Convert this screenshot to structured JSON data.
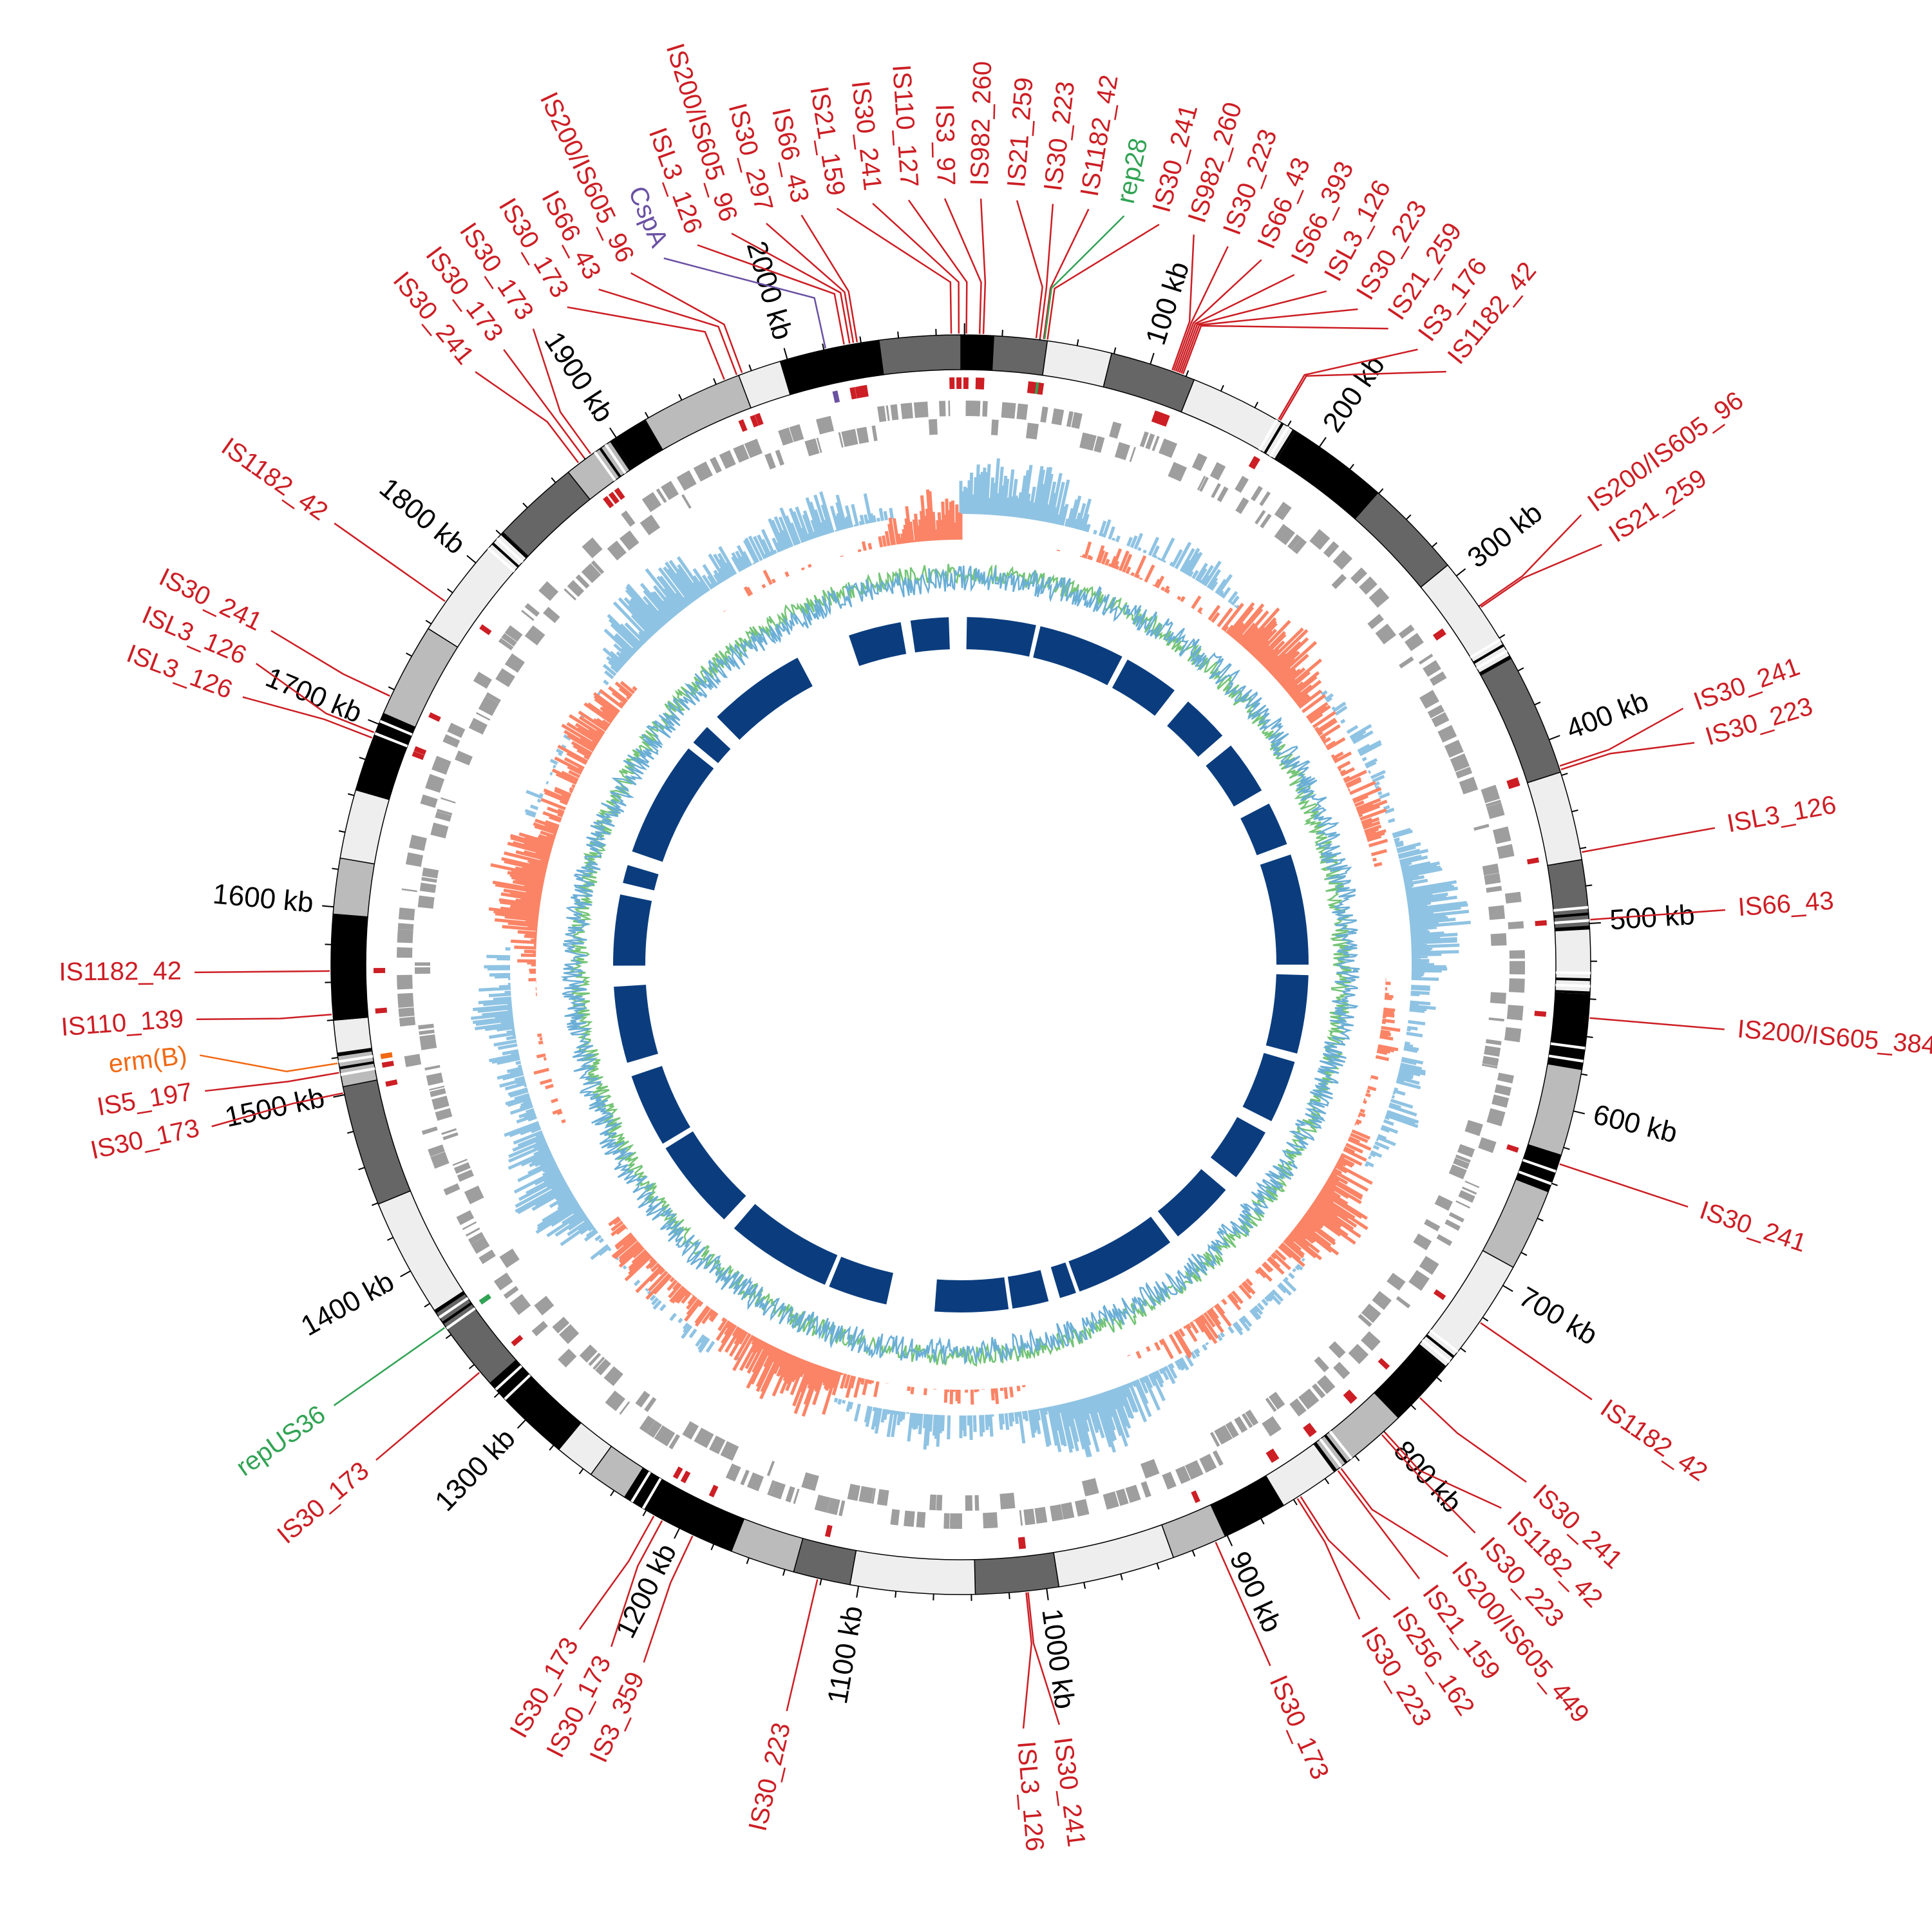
{
  "chart_data": {
    "type": "circular-genome-map",
    "axis": {
      "unit": "kb",
      "tick_labels": [
        "100 kb",
        "200 kb",
        "300 kb",
        "400 kb",
        "500 kb",
        "600 kb",
        "700 kb",
        "800 kb",
        "900 kb",
        "1000 kb",
        "1100 kb",
        "1200 kb",
        "1300 kb",
        "1400 kb",
        "1500 kb",
        "1600 kb",
        "1700 kb",
        "1800 kb",
        "1900 kb",
        "2000 kb"
      ],
      "tick_values": [
        100,
        200,
        300,
        400,
        500,
        600,
        700,
        800,
        900,
        1000,
        1100,
        1200,
        1300,
        1400,
        1500,
        1600,
        1700,
        1800,
        1900,
        2000
      ],
      "genome_length_kb": 2095
    },
    "colors": {
      "is_element": "#cc1e24",
      "plasmid_rep": "#31a354",
      "cold_shock": "#6a51a3",
      "resistance": "#f16913",
      "gc_positive": "#8fc3e3",
      "gc_negative": "#fb8466",
      "skew_line_a": "#6aaed6",
      "skew_line_b": "#74c476",
      "blocks": "#0b3d7e"
    },
    "features": [
      {
        "label": "IS110_127",
        "kb": 1,
        "type": "is_element"
      },
      {
        "label": "IS3_97",
        "kb": 8,
        "type": "is_element"
      },
      {
        "label": "IS982_260",
        "kb": 10,
        "type": "is_element"
      },
      {
        "label": "IS21_259",
        "kb": 38,
        "type": "is_element"
      },
      {
        "label": "IS30_223",
        "kb": 40,
        "type": "is_element"
      },
      {
        "label": "IS1182_42",
        "kb": 42,
        "type": "is_element"
      },
      {
        "label": "rep28",
        "kb": 42.5,
        "type": "plasmid_rep"
      },
      {
        "label": "IS30_241",
        "kb": 44,
        "type": "is_element"
      },
      {
        "label": "IS982_260",
        "kb": 112,
        "type": "is_element"
      },
      {
        "label": "IS30_223",
        "kb": 113,
        "type": "is_element"
      },
      {
        "label": "IS66_43",
        "kb": 114,
        "type": "is_element"
      },
      {
        "label": "IS66_393",
        "kb": 115,
        "type": "is_element"
      },
      {
        "label": "ISL3_126",
        "kb": 116,
        "type": "is_element"
      },
      {
        "label": "IS30_223",
        "kb": 117,
        "type": "is_element"
      },
      {
        "label": "IS21_259",
        "kb": 118,
        "type": "is_element"
      },
      {
        "label": "IS3_176",
        "kb": 174,
        "type": "is_element"
      },
      {
        "label": "IS1182_42",
        "kb": 175,
        "type": "is_element"
      },
      {
        "label": "IS200/IS605_96",
        "kb": 320,
        "type": "is_element"
      },
      {
        "label": "IS21_259",
        "kb": 321,
        "type": "is_element"
      },
      {
        "label": "IS30_241",
        "kb": 415,
        "type": "is_element"
      },
      {
        "label": "IS30_223",
        "kb": 417,
        "type": "is_element"
      },
      {
        "label": "ISL3_126",
        "kb": 462,
        "type": "is_element"
      },
      {
        "label": "IS66_43",
        "kb": 498,
        "type": "is_element"
      },
      {
        "label": "IS200/IS605_384",
        "kb": 550,
        "type": "is_element"
      },
      {
        "label": "IS30_241",
        "kb": 629,
        "type": "is_element"
      },
      {
        "label": "IS1182_42",
        "kb": 723,
        "type": "is_element"
      },
      {
        "label": "IS30_241",
        "kb": 774,
        "type": "is_element"
      },
      {
        "label": "IS1182_42",
        "kb": 800,
        "type": "is_element"
      },
      {
        "label": "IS30_223",
        "kb": 802,
        "type": "is_element"
      },
      {
        "label": "IS200/IS605_449",
        "kb": 830,
        "type": "is_element"
      },
      {
        "label": "IS21_159",
        "kb": 832,
        "type": "is_element"
      },
      {
        "label": "IS256_162",
        "kb": 856,
        "type": "is_element"
      },
      {
        "label": "IS30_223",
        "kb": 858,
        "type": "is_element"
      },
      {
        "label": "IS30_173",
        "kb": 907,
        "type": "is_element"
      },
      {
        "label": "IS30_241",
        "kb": 1010,
        "type": "is_element"
      },
      {
        "label": "ISL3_126",
        "kb": 1011,
        "type": "is_element"
      },
      {
        "label": "IS30_223",
        "kb": 1122,
        "type": "is_element"
      },
      {
        "label": "IS3_359",
        "kb": 1192,
        "type": "is_element"
      },
      {
        "label": "IS30_173",
        "kb": 1210,
        "type": "is_element"
      },
      {
        "label": "IS30_173",
        "kb": 1215,
        "type": "is_element"
      },
      {
        "label": "IS30_173",
        "kb": 1335,
        "type": "is_element"
      },
      {
        "label": "repUS36",
        "kb": 1365,
        "type": "plasmid_rep"
      },
      {
        "label": "IS30_173",
        "kb": 1501,
        "type": "is_element"
      },
      {
        "label": "IS5_197",
        "kb": 1512,
        "type": "is_element"
      },
      {
        "label": "erm(B)",
        "kb": 1517,
        "type": "resistance"
      },
      {
        "label": "IS110_139",
        "kb": 1543,
        "type": "is_element"
      },
      {
        "label": "IS1182_42",
        "kb": 1566,
        "type": "is_element"
      },
      {
        "label": "ISL3_126",
        "kb": 1692,
        "type": "is_element"
      },
      {
        "label": "ISL3_126",
        "kb": 1695,
        "type": "is_element"
      },
      {
        "label": "IS30_241",
        "kb": 1716,
        "type": "is_element"
      },
      {
        "label": "IS1182_42",
        "kb": 1774,
        "type": "is_element"
      },
      {
        "label": "IS30_241",
        "kb": 1876,
        "type": "is_element"
      },
      {
        "label": "IS30_173",
        "kb": 1880,
        "type": "is_element"
      },
      {
        "label": "IS30_173",
        "kb": 1884,
        "type": "is_element"
      },
      {
        "label": "IS30_173",
        "kb": 1965,
        "type": "is_element"
      },
      {
        "label": "IS66_43",
        "kb": 1972,
        "type": "is_element"
      },
      {
        "label": "IS200/IS605_96",
        "kb": 1975,
        "type": "is_element"
      },
      {
        "label": "CspA",
        "kb": 2021,
        "type": "cold_shock"
      },
      {
        "label": "ISL3_126",
        "kb": 2031,
        "type": "is_element"
      },
      {
        "label": "IS200/IS605_96",
        "kb": 2034,
        "type": "is_element"
      },
      {
        "label": "IS30_297",
        "kb": 2036,
        "type": "is_element"
      },
      {
        "label": "IS66_43",
        "kb": 2038,
        "type": "is_element"
      },
      {
        "label": "IS21_159",
        "kb": 2088,
        "type": "is_element"
      },
      {
        "label": "IS30_241",
        "kb": 2092,
        "type": "is_element"
      }
    ]
  }
}
